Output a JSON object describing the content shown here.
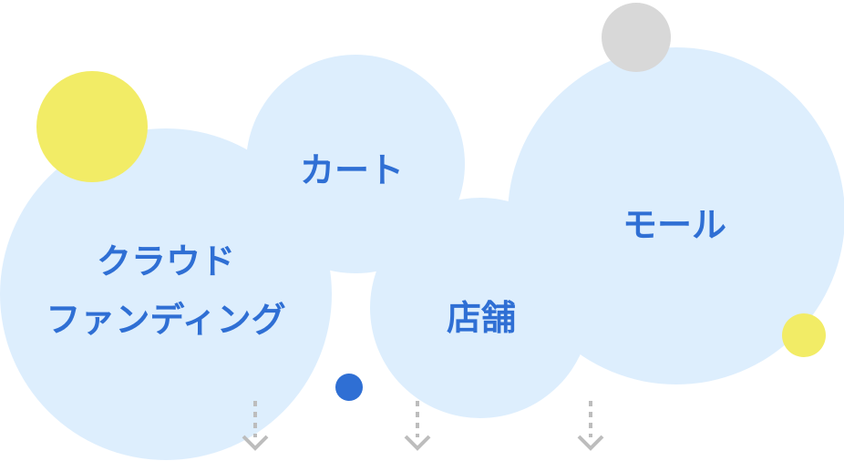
{
  "colors": {
    "bubble": "#ddeefd",
    "text": "#2f6fd4",
    "yellow": "#f2ec66",
    "gray": "#d8d8d8",
    "dot": "#2f6fd4",
    "arrow": "#bdbdbd"
  },
  "labels": {
    "crowdfunding_line1": "クラウド",
    "crowdfunding_line2": "ファンディング",
    "cart": "カート",
    "store": "店舗",
    "mall": "モール"
  }
}
